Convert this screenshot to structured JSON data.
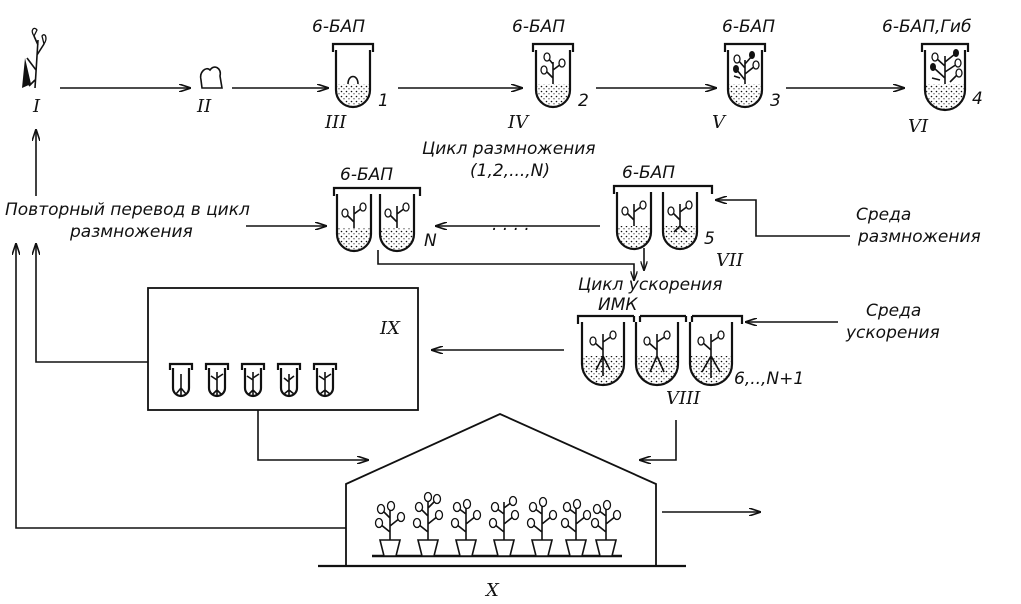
{
  "colors": {
    "ink": "#111111",
    "background": "#ffffff"
  },
  "labels": {
    "stage_1": "I",
    "stage_2": "II",
    "stage_3": "III",
    "stage_4": "IV",
    "stage_5": "V",
    "stage_6": "VI",
    "stage_7": "VII",
    "stage_8": "VIII",
    "stage_9": "IX",
    "stage_10": "X"
  },
  "media": {
    "bap_1": "6-БАП",
    "bap_2": "6-БАП",
    "bap_3": "6-БАП",
    "bap_gib": "6-БАП,Гиб",
    "bap_n": "6-БАП",
    "bap_5": "6-БАП",
    "imk": "ИМК"
  },
  "tube_numbers": {
    "t1": "1",
    "t2": "2",
    "t3": "3",
    "t4": "4",
    "t5": "5",
    "tn": "N",
    "t6n": "6,..,N+1"
  },
  "text": {
    "cycle_multiplication_1": "Цикл размножения",
    "cycle_multiplication_2": "(1,2,...,N)",
    "repeat_transfer_1": "Повторный перевод в цикл",
    "repeat_transfer_2": "размножения",
    "medium_multiplication_1": "Среда",
    "medium_multiplication_2": "размножения",
    "cycle_acceleration": "Цикл ускорения",
    "medium_acceleration_1": "Среда",
    "medium_acceleration_2": "ускорения",
    "dots": ". . . ."
  }
}
